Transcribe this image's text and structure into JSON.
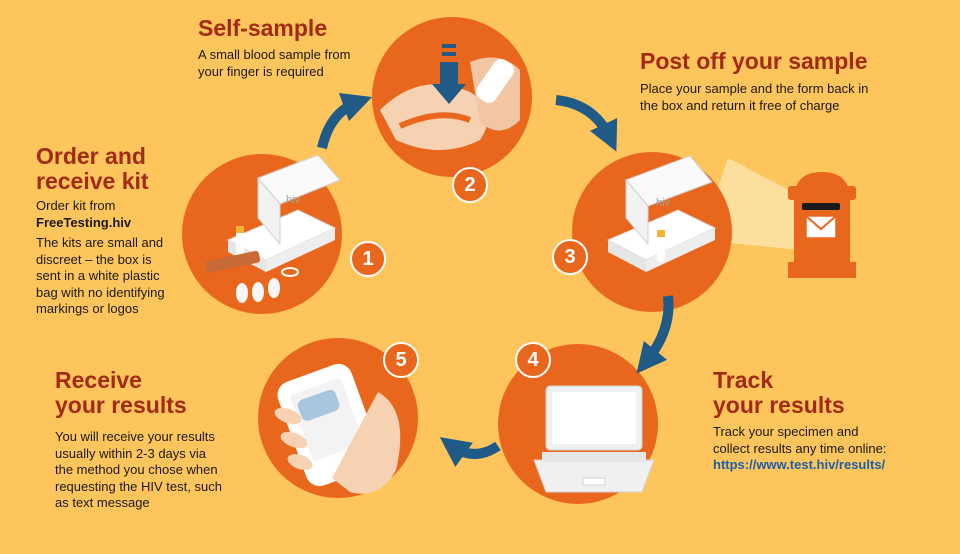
{
  "steps": [
    {
      "number": "1",
      "title_lines": [
        "Order and",
        "receive kit"
      ],
      "line1": "Order kit from",
      "site": "FreeTesting.hiv",
      "desc_lines": [
        "The kits are small and",
        "discreet – the box is",
        "sent in a white plastic",
        "bag with no identifying",
        "markings or logos"
      ]
    },
    {
      "number": "2",
      "title": "Self-sample",
      "desc_lines": [
        "A small blood sample from",
        "your finger is required"
      ]
    },
    {
      "number": "3",
      "title": "Post off your sample",
      "desc_lines": [
        "Place your sample and the form back in",
        "the box and return it free of charge"
      ]
    },
    {
      "number": "4",
      "title_lines": [
        "Track",
        "your results"
      ],
      "desc_lines": [
        "Track your specimen and",
        "collect results any time online:"
      ],
      "url": "https://www.test.hiv/results/"
    },
    {
      "number": "5",
      "title_lines": [
        "Receive",
        "your results"
      ],
      "desc_lines": [
        "You will receive your results",
        "usually within 2-3 days via",
        "the method you chose when",
        "requesting the HIV test, such",
        "as text message"
      ]
    }
  ],
  "kit_brand": "hiv",
  "colors": {
    "background": "#fdc55c",
    "circle": "#e9671c",
    "title": "#a32a14",
    "arrow": "#1f5b86",
    "link": "#1f5fa8"
  }
}
